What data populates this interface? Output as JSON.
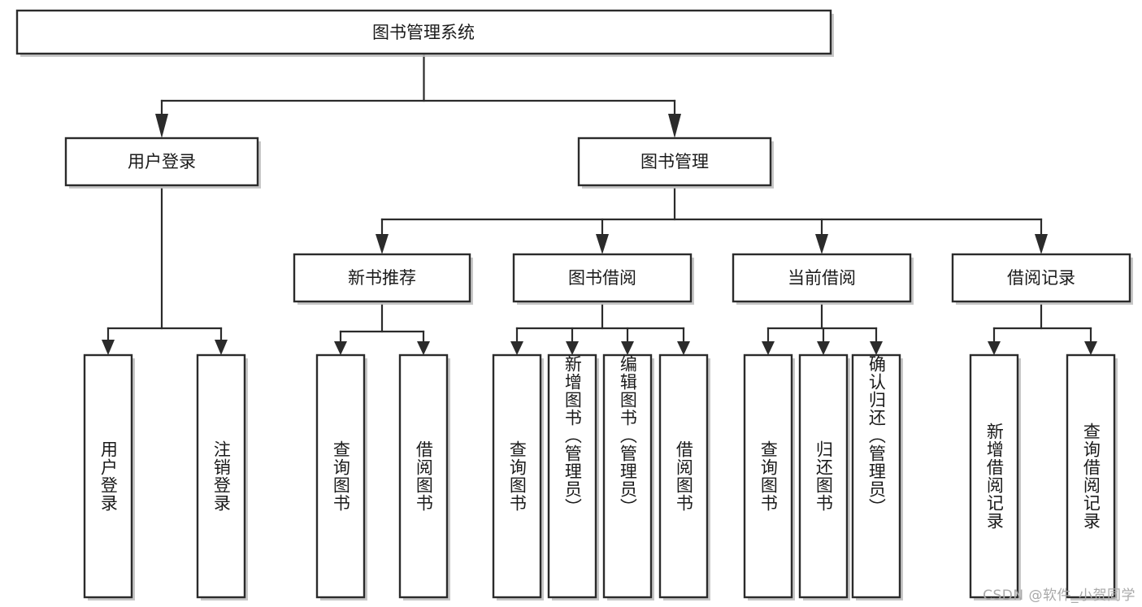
{
  "diagram": {
    "type": "tree",
    "title": "图书管理系统",
    "orientation": "top-down",
    "colors": {
      "box_fill": "#ffffff",
      "box_stroke": "#2b2b2b",
      "line": "#2b2b2b",
      "text": "#1a1a1a",
      "watermark": "#a9a9a9",
      "background": "#ffffff"
    },
    "root": {
      "label": "图书管理系统",
      "orientation": "horizontal"
    },
    "level2": [
      {
        "label": "用户登录",
        "orientation": "horizontal"
      },
      {
        "label": "图书管理",
        "orientation": "horizontal"
      }
    ],
    "level3": [
      {
        "label": "新书推荐",
        "orientation": "horizontal"
      },
      {
        "label": "图书借阅",
        "orientation": "horizontal"
      },
      {
        "label": "当前借阅",
        "orientation": "horizontal"
      },
      {
        "label": "借阅记录",
        "orientation": "horizontal"
      }
    ],
    "leaves": {
      "user_login": [
        {
          "label": "用户登录",
          "orientation": "vertical"
        },
        {
          "label": "注销登录",
          "orientation": "vertical"
        }
      ],
      "new_book_recommend": [
        {
          "label": "查询图书",
          "orientation": "vertical"
        },
        {
          "label": "借阅图书",
          "orientation": "vertical"
        }
      ],
      "book_borrow": [
        {
          "label": "查询图书",
          "orientation": "vertical"
        },
        {
          "label": "新增图书（管理员）",
          "orientation": "vertical"
        },
        {
          "label": "编辑图书（管理员）",
          "orientation": "vertical"
        },
        {
          "label": "借阅图书",
          "orientation": "vertical"
        }
      ],
      "current_borrow": [
        {
          "label": "查询图书",
          "orientation": "vertical"
        },
        {
          "label": "归还图书",
          "orientation": "vertical"
        },
        {
          "label": "确认归还（管理员）",
          "orientation": "vertical"
        }
      ],
      "borrow_record": [
        {
          "label": "新增借阅记录",
          "orientation": "vertical"
        },
        {
          "label": "查询借阅记录",
          "orientation": "vertical"
        }
      ]
    }
  },
  "watermark": {
    "text": "CSDN @软件_小贺同学"
  }
}
